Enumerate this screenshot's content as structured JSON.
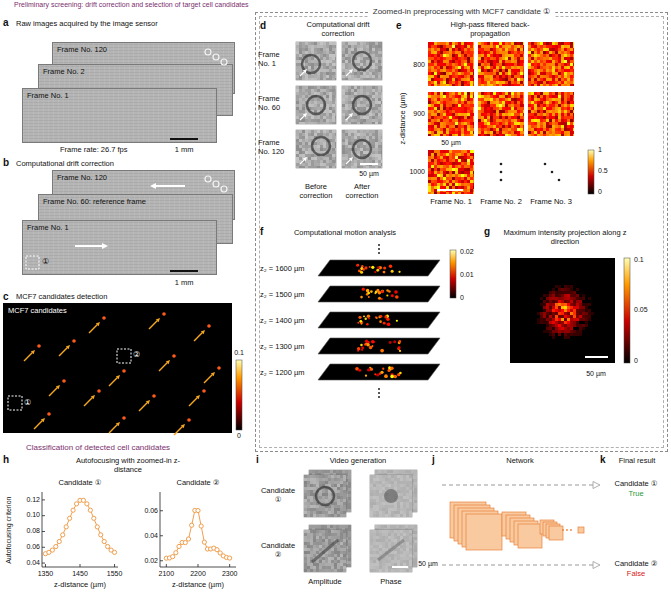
{
  "diagram": {
    "title": "Preliminary screening: drift correction and selection of target cell candidates",
    "nodes": [
      {
        "text": [
          "Frame No. 120"
        ]
      },
      {
        "text": [
          "Frame No. 2"
        ]
      },
      {
        "text": [
          "Frame No. 1"
        ]
      },
      {
        "text": [
          "Frame No. 120"
        ]
      },
      {
        "text": [
          "Frame No. 60: reference frame"
        ]
      },
      {
        "text": [
          "Frame No. 1"
        ]
      },
      {
        "text": [
          "MCF7 candidates"
        ]
      },
      {
        "text": [
          "Zoomed-in preprocessing with MCF7 candidate ①"
        ]
      }
    ],
    "labels": [
      "a",
      "Raw images acquired by the image sensor",
      "Frame rate: 26.7 fps",
      "1 mm",
      "b",
      "Computational drift correction",
      "①",
      "1 mm",
      "c",
      "MCF7 candidates detection",
      "②",
      "①",
      "0.1",
      "0",
      "Classification of detected cell candidates",
      "d",
      "Computational drift correction",
      "Frame No. 1",
      "Frame No. 60",
      "Frame No. 120",
      "Before correction",
      "After correction",
      "50 µm",
      "e",
      "High-pass filtered back-propagation",
      "z-distance (µm)",
      "800",
      "900",
      "1000",
      "50 µm",
      "Frame No. 1",
      "Frame No. 2",
      "Frame No. 3",
      "1",
      "0.5",
      "0",
      "f",
      "Computational motion analysis",
      "z₂ = 1600 µm",
      "z₂ = 1500 µm",
      "z₂ = 1400 µm",
      "z₂ = 1300 µm",
      "z₂ = 1200 µm",
      "0.02",
      "0.01",
      "0",
      "g",
      "Maximum intensity projection along z direction",
      "0.1",
      "0.05",
      "0",
      "50 µm",
      "h",
      "Autofocusing with zoomed-in z-distance",
      "Candidate ①",
      "Candidate ②",
      "Autofocusing criterion",
      "0.12",
      "0.10",
      "0.08",
      "0.06",
      "0.04",
      "1350",
      "1450",
      "1550",
      "z-distance (µm)",
      "0.06",
      "0.04",
      "0.02",
      "2100",
      "2200",
      "2300",
      "z-distance (µm)",
      "i",
      "Video generation",
      "Candidate ①",
      "Candidate ②",
      "Amplitude",
      "Phase",
      "50 µm",
      "j",
      "Network",
      "k",
      "Final result",
      "Candidate ①",
      "True",
      "Candidate ②",
      "False"
    ]
  }
}
